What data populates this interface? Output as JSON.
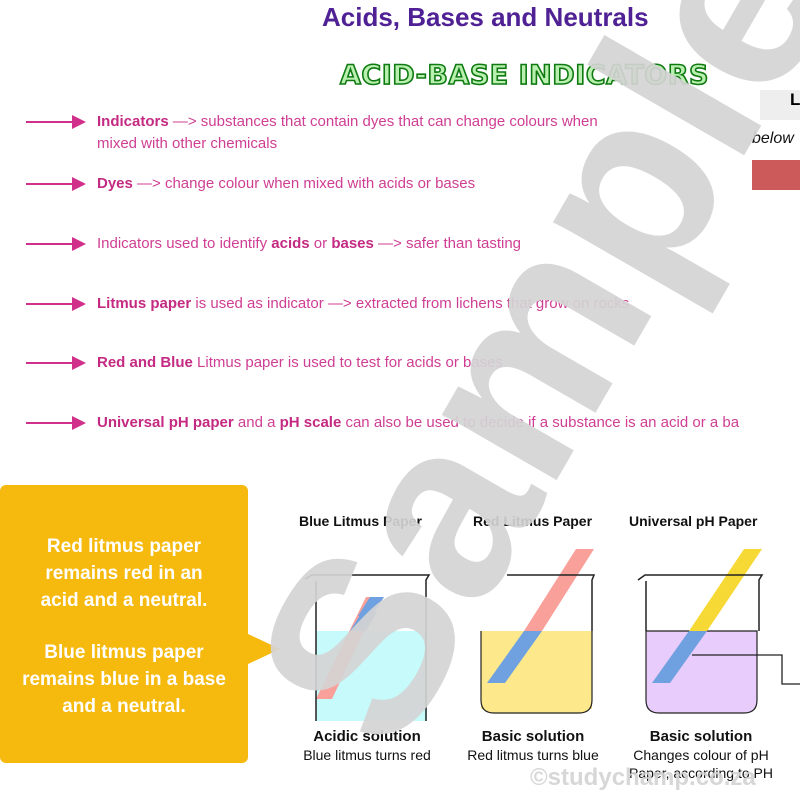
{
  "header": {
    "title": "Acids, Bases and Neutrals",
    "subtitle": "ACID-BASE INDICATORS"
  },
  "colors": {
    "title": "#4f2195",
    "subtitle_stroke": "#0f7a12",
    "bullet_text": "#cf3e93",
    "arrow": "#d0308a",
    "callout_bg": "#f6b90d",
    "acidic_solution": "#c6fafb",
    "basic_solution_yellow": "#fde98c",
    "basic_solution_purple": "#e8ccfb",
    "litmus_blue": "#6fa0df",
    "litmus_red": "#f9a09a",
    "ph_paper_yellow": "#f7d935"
  },
  "bullets": [
    {
      "bold": "Indicators",
      "text": " —> substances that contain dyes that can change colours when",
      "line2": "mixed with other chemicals"
    },
    {
      "bold": "Dyes",
      "text": " —> change colour when mixed with acids or bases"
    },
    {
      "pre": "Indicators used to identify ",
      "bold": "acids",
      "mid": " or ",
      "bold2": "bases",
      "text": " —> safer than tasting"
    },
    {
      "bold": "Litmus paper",
      "text": " is used as indicator —> extracted from lichens that grow on rocks"
    },
    {
      "bold": "Red and Blue",
      "text": " Litmus paper is used to test for acids or bases"
    },
    {
      "bold": "Universal pH paper",
      "mid": " and a ",
      "bold2": "pH scale",
      "text": " can also be used to decide if a substance is an acid or a ba"
    }
  ],
  "callout": {
    "paragraph1": "Red litmus paper remains red in an acid and a neutral.",
    "paragraph2": "Blue litmus paper remains blue in a base and a neutral."
  },
  "figures": [
    {
      "title": "Blue Litmus Paper",
      "caption_heading": "Acidic solution",
      "caption": "Blue litmus turns red"
    },
    {
      "title": "Red Litmus Paper",
      "caption_heading": "Basic solution",
      "caption": "Red litmus turns blue"
    },
    {
      "title": "Universal pH Paper",
      "caption_heading": "Basic solution",
      "caption": "Changes colour of pH Paper, according to PH"
    }
  ],
  "right_panel": {
    "header_letter": "L",
    "row_text": "below"
  },
  "watermark": {
    "text": "Sample",
    "copyright": "©studychamp.co.za"
  }
}
